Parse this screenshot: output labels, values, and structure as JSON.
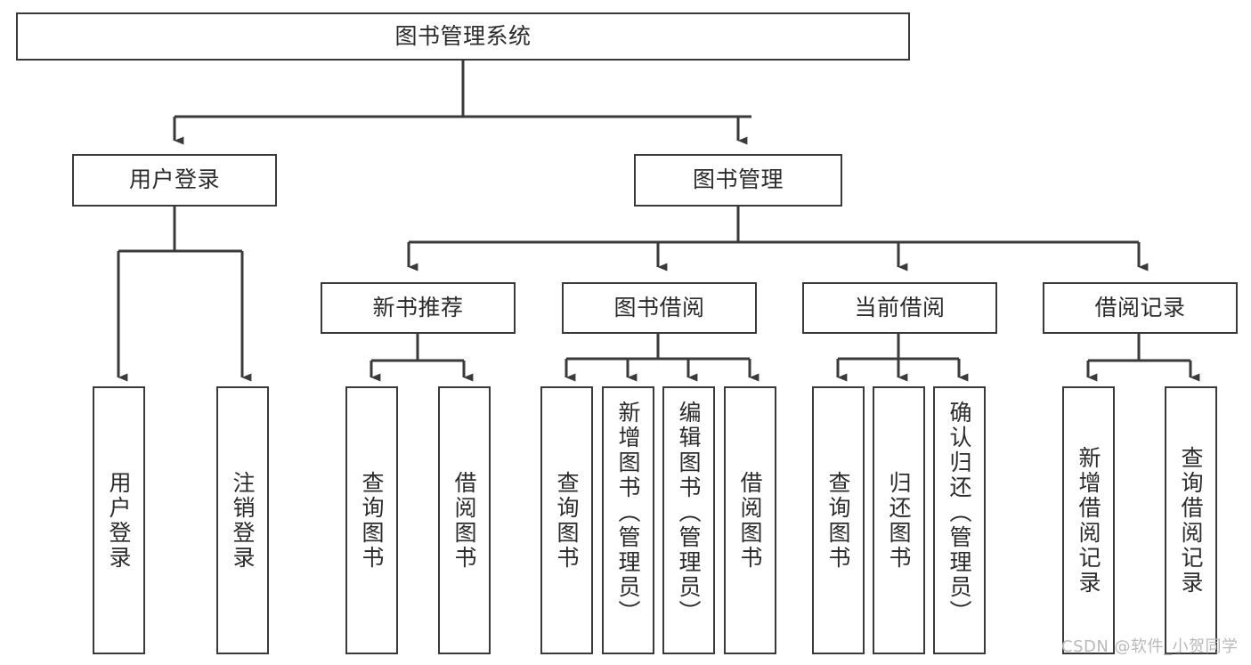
{
  "diagram": {
    "type": "tree-hierarchy-chart",
    "title": "图书管理系统",
    "line_color": "#3a3a3a",
    "box_fill": "#ffffff",
    "text_color": "#2b2b2b",
    "levels": {
      "level1": [
        {
          "id": "root",
          "label": "图书管理系统"
        }
      ],
      "level2": [
        {
          "id": "user-login",
          "label": "用户登录"
        },
        {
          "id": "book-management",
          "label": "图书管理"
        }
      ],
      "level3": [
        {
          "id": "new-book-recommend",
          "label": "新书推荐"
        },
        {
          "id": "book-borrow",
          "label": "图书借阅"
        },
        {
          "id": "current-borrow",
          "label": "当前借阅"
        },
        {
          "id": "borrow-record",
          "label": "借阅记录"
        }
      ],
      "level4": [
        {
          "id": "leaf-user-login",
          "label": "用户登录",
          "parent": "user-login"
        },
        {
          "id": "leaf-logout-login",
          "label": "注销登录",
          "parent": "user-login"
        },
        {
          "id": "leaf-query-book-1",
          "label": "查询图书",
          "parent": "new-book-recommend"
        },
        {
          "id": "leaf-borrow-book-1",
          "label": "借阅图书",
          "parent": "new-book-recommend"
        },
        {
          "id": "leaf-query-book-2",
          "label": "查询图书",
          "parent": "book-borrow"
        },
        {
          "id": "leaf-add-book",
          "label": "新增图书（管理员）",
          "parent": "book-borrow"
        },
        {
          "id": "leaf-edit-book",
          "label": "编辑图书（管理员）",
          "parent": "book-borrow"
        },
        {
          "id": "leaf-borrow-book-2",
          "label": "借阅图书",
          "parent": "book-borrow"
        },
        {
          "id": "leaf-query-book-3",
          "label": "查询图书",
          "parent": "current-borrow"
        },
        {
          "id": "leaf-return-book",
          "label": "归还图书",
          "parent": "current-borrow"
        },
        {
          "id": "leaf-confirm-return",
          "label": "确认归还（管理员）",
          "parent": "current-borrow"
        },
        {
          "id": "leaf-add-record",
          "label": "新增借阅记录",
          "parent": "borrow-record"
        },
        {
          "id": "leaf-query-record",
          "label": "查询借阅记录",
          "parent": "borrow-record"
        }
      ]
    }
  },
  "watermark": {
    "text": "CSDN @软件_小贺同学"
  }
}
